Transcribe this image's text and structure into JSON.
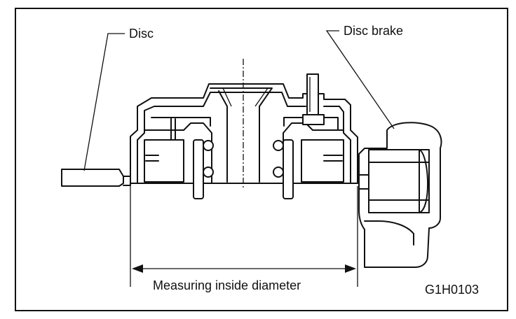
{
  "labels": {
    "disc": "Disc",
    "disc_brake": "Disc brake",
    "measuring": "Measuring inside diameter",
    "figure_code": "G1H0103"
  }
}
